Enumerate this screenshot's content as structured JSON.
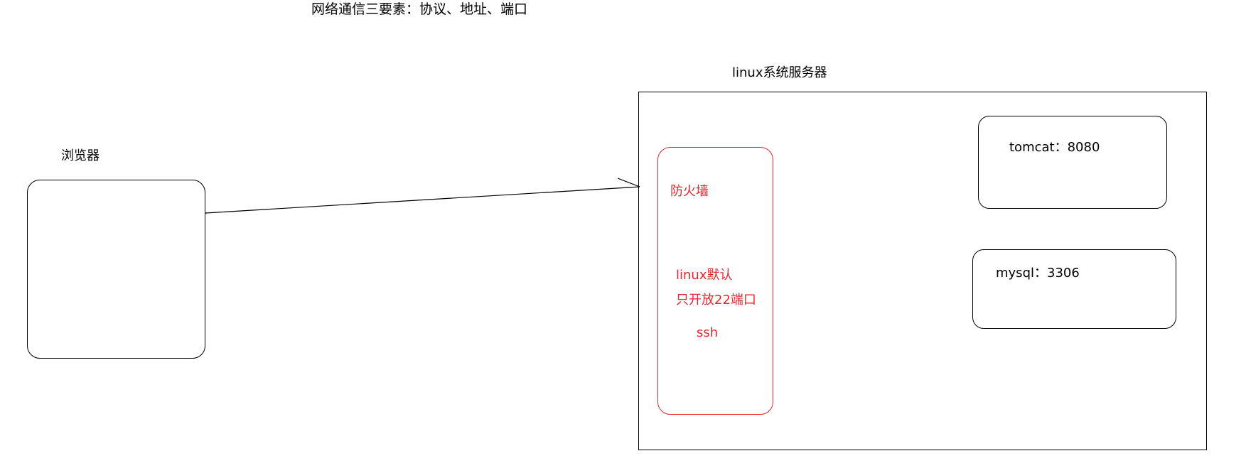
{
  "heading": "网络通信三要素：协议、地址、端口",
  "browser": {
    "label": "浏览器"
  },
  "server": {
    "label": "linux系统服务器"
  },
  "firewall": {
    "title": "防火墙",
    "note_line1": "linux默认",
    "note_line2": "只开放22端口",
    "note_line3": "ssh"
  },
  "services": {
    "tomcat": "tomcat：8080",
    "mysql": "mysql：3306"
  },
  "colors": {
    "firewall": "#e8262d",
    "lines": "#000000"
  }
}
